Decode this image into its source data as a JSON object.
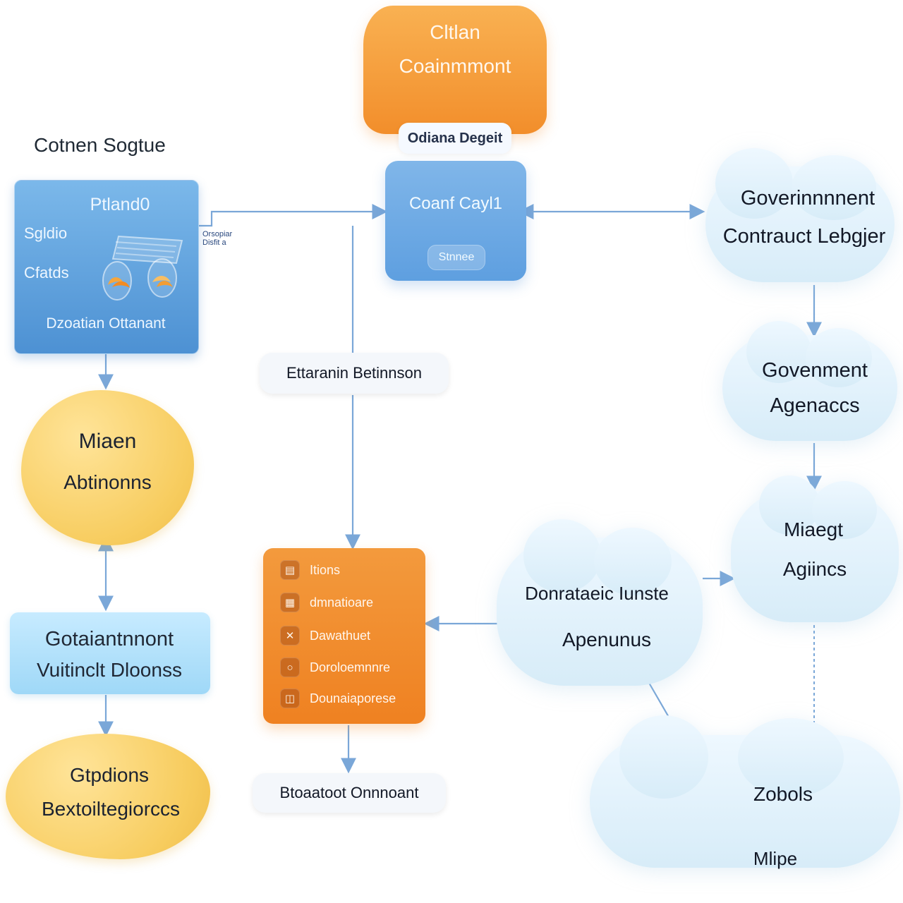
{
  "diagram": {
    "top_crest": {
      "line_1": "Cltlan",
      "line_2": "Coainmmont",
      "tag": "Odiana Degeit"
    },
    "left_section": {
      "title": "Cotnen Sogtue",
      "panel": {
        "heading": "Ptland0",
        "item_1": "Sgldio",
        "item_2": "Cfatds",
        "footer": "Dzoatian Ottanant"
      },
      "side_note": "Orsopiar\nDisfit a"
    },
    "left_bubbles": {
      "middle": {
        "line_1": "Miaen",
        "line_2": "Abtinonns"
      },
      "light_box": {
        "line_1": "Gotaiantnnont",
        "line_2": "Vuitinclt Dloonss"
      },
      "bottom": {
        "line_1": "Gtpdions",
        "line_2": "Bextoiltegiorccs"
      }
    },
    "center": {
      "blue_box": {
        "title": "Coanf Cayl1",
        "chip": "Stnnee"
      },
      "middle_pill": "Ettaranin Betinnson",
      "orange_panel": {
        "items": [
          {
            "icon": "document-icon",
            "label": "Itions"
          },
          {
            "icon": "grid-icon",
            "label": "dmnatioare"
          },
          {
            "icon": "close-icon",
            "label": "Dawathuet"
          },
          {
            "icon": "circle-icon",
            "label": "Doroloemnnre"
          },
          {
            "icon": "lock-icon",
            "label": "Dounaiaporese"
          }
        ]
      },
      "bottom_pill": "Btoaatoot Onnnoant"
    },
    "right": {
      "top_cloud": {
        "line_1": "Goverinnnnent",
        "line_2": "Contrauct Lebgjer"
      },
      "mid_cloud": {
        "line_1": "Govenment",
        "line_2": "Agenaccs"
      },
      "lower_cloud": {
        "line_1": "Miaegt",
        "line_2": "Agiincs"
      },
      "center_cloud": {
        "line_1": "Donrataeic Iunste",
        "line_2": "Apenunus"
      },
      "bottom_cloud": {
        "line_1": "Zobols",
        "line_2": "Mlipe"
      }
    }
  },
  "colors": {
    "blue_primary": "#5e9fe0",
    "orange_primary": "#ef8121",
    "yellow_primary": "#f7cc5e",
    "cloud_fill": "#d7ecf8",
    "connector": "#7aa7d8"
  }
}
